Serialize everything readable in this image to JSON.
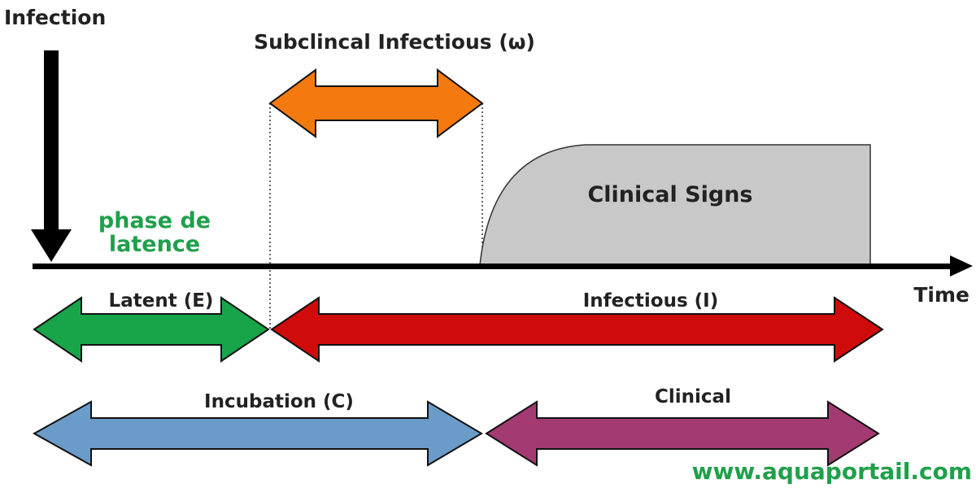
{
  "labels": {
    "infection": "Infection",
    "subclinical": "Subclincal Infectious (ω)",
    "clinical_signs": "Clinical Signs",
    "phase_line1": "phase de",
    "phase_line2": "latence",
    "time": "Time",
    "latent": "Latent (E)",
    "infectious": "Infectious  (I)",
    "incubation": "Incubation (C)",
    "clinical": "Clinical"
  },
  "watermark": "www.aquaportail.com",
  "colors": {
    "subclinical_arrow": "#f47a0f",
    "latent_arrow": "#18a54a",
    "infectious_arrow": "#cf0b0b",
    "incubation_arrow": "#6b9cc9",
    "clinical_arrow": "#a33a72",
    "clinical_signs_fill": "#c8c8c8",
    "label_green": "#1fa04a"
  }
}
